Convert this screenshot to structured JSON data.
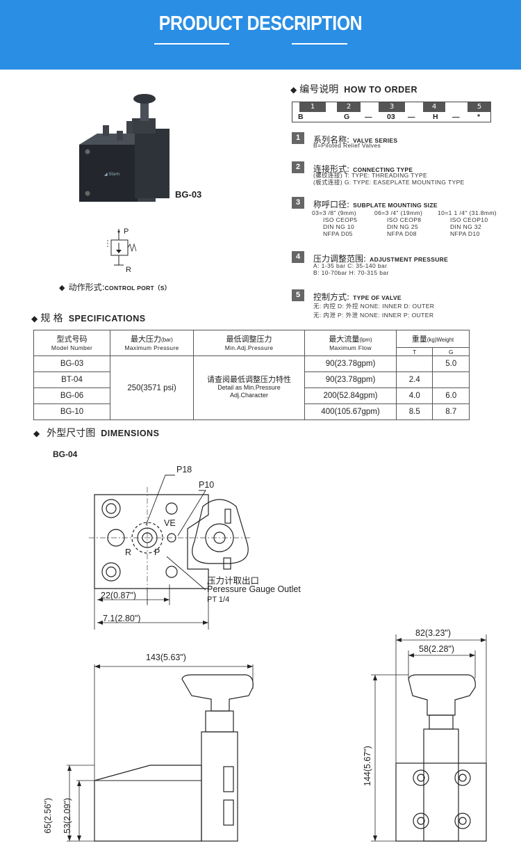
{
  "banner": {
    "title": "PRODUCT DESCRIPTION",
    "color": "#2a8ee5"
  },
  "product": {
    "model_label": "BG-03"
  },
  "how_to_order": {
    "cn": "编号说明",
    "en": "HOW TO ORDER",
    "code_numbers": [
      "1",
      "2",
      "3",
      "4",
      "5"
    ],
    "code_values": [
      "B",
      "G",
      "—",
      "03",
      "—",
      "H",
      "—",
      "*"
    ],
    "items": [
      {
        "num": "1",
        "cn": "系列名称:",
        "en": "VALVE SERIES",
        "lines": [
          "B=Piloted Relief Valves"
        ]
      },
      {
        "num": "2",
        "cn": "连接形式:",
        "en": "CONNECTING TYPE",
        "lines": [
          "(螺纹连接) T:  TYPE:  THREADING TYPE",
          "(板式连接) G:  TYPE:  EASEPLATE MOUNTING TYPE"
        ]
      },
      {
        "num": "3",
        "cn": "称呼口径:",
        "en": "SUBPLATE MOUNTING SIZE",
        "columns": [
          [
            "03=3 /8\" (9mm)",
            "ISO CEOP5",
            "DIN NG 10",
            "NFPA D05"
          ],
          [
            "06=3 /4\" (19mm)",
            "ISO CEOP8",
            "DIN NG 25",
            "NFPA D08"
          ],
          [
            "10=1 1 /4\" (31.8mm)",
            "ISO CEOP10",
            "DIN NG 32",
            "NFPA D10"
          ]
        ]
      },
      {
        "num": "4",
        "cn": "压力调整范围:",
        "en": "ADJUSTMENT PRESSURE",
        "lines": [
          "A: 1-35 bar      C: 35-140 bar",
          "B: 10-70bar      H: 70-315 bar"
        ]
      },
      {
        "num": "5",
        "cn": "控制方式:",
        "en": "TYPE OF VALVE",
        "lines": [
          "无: 内控 D: 外控 NONE: INNER  D: OUTER",
          "无: 内泄 P: 外泄 NONE: INNER  P: OUTER"
        ]
      }
    ]
  },
  "control_port": {
    "cn": "动作形式:",
    "en": "CONTROL PORT（S）",
    "p": "P",
    "r": "R"
  },
  "specifications": {
    "cn": "规 格",
    "en": "SPECIFICATIONS",
    "headers": {
      "model": {
        "cn": "型式号码",
        "en": "Model Number"
      },
      "pressure": {
        "cn": "最大压力",
        "unit": "(bar)",
        "en": "Maximum Pressure"
      },
      "min_adj": {
        "cn": "最低调整压力",
        "en": "Min.Adj.Pressure"
      },
      "flow": {
        "cn": "最大流量",
        "unit": "(lpm)",
        "en": "Maximum Flow"
      },
      "weight": {
        "cn": "重量",
        "unit": "(kg)",
        "en": "Weight",
        "t": "T",
        "g": "G"
      }
    },
    "pressure_value": "250(3571 psi)",
    "min_adj_cn": "请查阅最低调整压力特性",
    "min_adj_en1": "Detail as Min.Pressure",
    "min_adj_en2": "Adj.Character",
    "rows": [
      {
        "model": "BG-03",
        "flow": "90(23.78gpm)",
        "t": "",
        "g": "5.0"
      },
      {
        "model": "BT-04",
        "flow": "90(23.78gpm)",
        "t": "2.4",
        "g": ""
      },
      {
        "model": "BG-06",
        "flow": "200(52.84gpm)",
        "t": "4.0",
        "g": "6.0"
      },
      {
        "model": "BG-10",
        "flow": "400(105.67gpm)",
        "t": "8.5",
        "g": "8.7"
      }
    ]
  },
  "dimensions": {
    "cn": "外型尺寸图",
    "en": "DIMENSIONS",
    "model": "BG-04",
    "labels": {
      "p18": "P18",
      "p10": "P10",
      "ve": "VE",
      "r": "R",
      "p": "P",
      "gauge_cn": "压力计取出口",
      "gauge_en": "Peressure Gauge Outlet",
      "gauge_pt": "PT 1/4",
      "d22": "22(0.87\")",
      "d71": "7.1(2.80\")",
      "d143": "143(5.63\")",
      "d82": "82(3.23\")",
      "d58": "58(2.28\")",
      "d144": "144(5.67\")",
      "d65": "65(2.56\")",
      "d53": "53(2.09\")"
    }
  }
}
